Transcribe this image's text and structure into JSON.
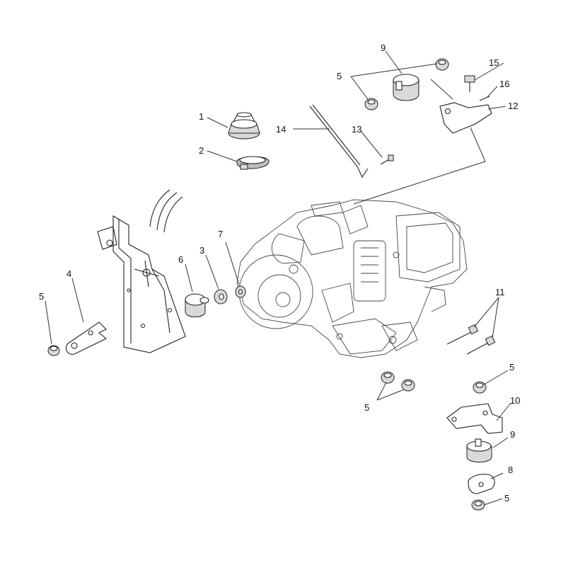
{
  "diagram": {
    "callouts": [
      {
        "id": "c1",
        "label": "1"
      },
      {
        "id": "c2",
        "label": "2"
      },
      {
        "id": "c3",
        "label": "3"
      },
      {
        "id": "c4",
        "label": "4"
      },
      {
        "id": "c5a",
        "label": "5"
      },
      {
        "id": "c5b",
        "label": "5"
      },
      {
        "id": "c5c",
        "label": "5"
      },
      {
        "id": "c5d",
        "label": "5"
      },
      {
        "id": "c5e",
        "label": "5"
      },
      {
        "id": "c6",
        "label": "6"
      },
      {
        "id": "c7",
        "label": "7"
      },
      {
        "id": "c8",
        "label": "8"
      },
      {
        "id": "c9a",
        "label": "9"
      },
      {
        "id": "c9b",
        "label": "9"
      },
      {
        "id": "c10",
        "label": "10"
      },
      {
        "id": "c11",
        "label": "11"
      },
      {
        "id": "c12",
        "label": "12"
      },
      {
        "id": "c13",
        "label": "13"
      },
      {
        "id": "c14",
        "label": "14"
      },
      {
        "id": "c15",
        "label": "15"
      },
      {
        "id": "c16",
        "label": "16"
      }
    ]
  }
}
